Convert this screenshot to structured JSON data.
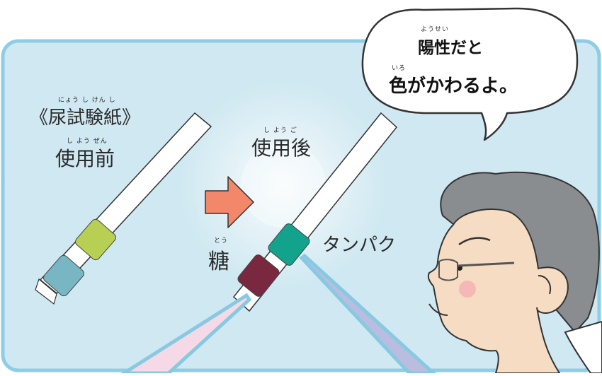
{
  "colors": {
    "panel_bg": "#cfe8f1",
    "panel_border": "#8fcde6",
    "strip": "#ffffff",
    "pad_yellow_green": "#b7cf52",
    "pad_light_teal": "#78b6c3",
    "pad_teal": "#13a28c",
    "pad_maroon": "#7a2740",
    "arrow": "#f2876a",
    "skin": "#f6dcc3",
    "hair": "#8a8d8f"
  },
  "bubble": {
    "line1_ruby": "ようせい",
    "line1": "陽性だと",
    "line2_ruby": "いろ",
    "line2": "色がかわるよ。"
  },
  "labels": {
    "title_ruby": "にょう し  けん  し",
    "title": "《尿試験紙》",
    "before_ruby": "し  よう  ぜん",
    "before": "使用前",
    "after_ruby": "し  よう   ご",
    "after": "使用後",
    "sugar_ruby": "とう",
    "sugar": "糖",
    "protein": "タンパク"
  }
}
